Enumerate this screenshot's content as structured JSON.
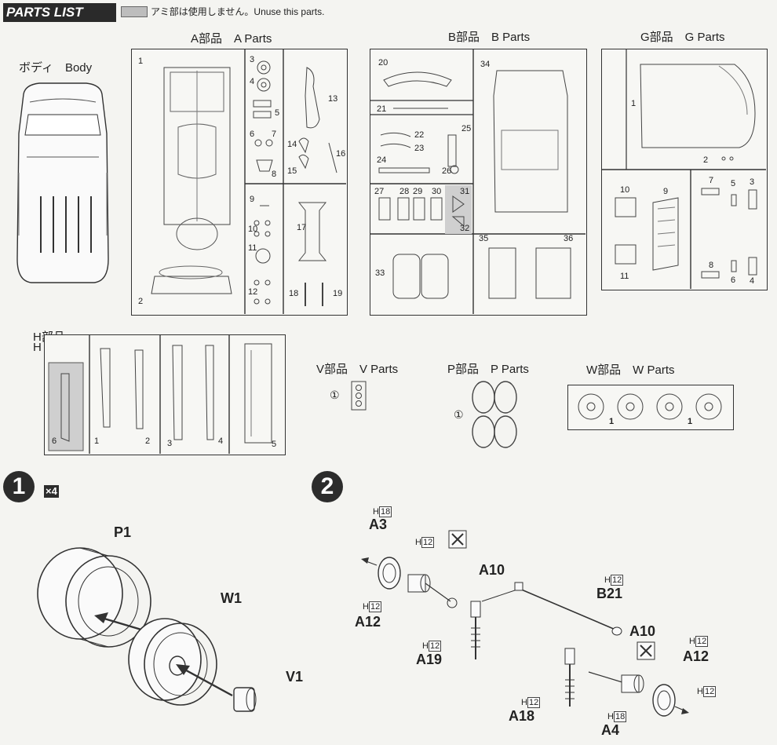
{
  "header": {
    "title": "PARTS LIST",
    "unused_note": "アミ部は使用しません。Unuse this parts."
  },
  "body_label": "ボディ　Body",
  "a_parts": {
    "title": "A部品　A Parts",
    "numbers": [
      "1",
      "2",
      "3",
      "4",
      "5",
      "6",
      "7",
      "8",
      "9",
      "10",
      "11",
      "12",
      "13",
      "14",
      "15",
      "16",
      "17",
      "18",
      "19"
    ]
  },
  "b_parts": {
    "title": "B部品　B Parts",
    "numbers": [
      "20",
      "21",
      "22",
      "23",
      "24",
      "25",
      "26",
      "27",
      "28",
      "29",
      "30",
      "31",
      "32",
      "33",
      "34",
      "35",
      "36"
    ]
  },
  "g_parts": {
    "title": "G部品　G Parts",
    "numbers": [
      "1",
      "2",
      "3",
      "4",
      "5",
      "6",
      "7",
      "8",
      "9",
      "10",
      "11"
    ]
  },
  "h_parts": {
    "title_jp": "H部品",
    "title_en": "H Parts",
    "numbers": [
      "6",
      "1",
      "2",
      "3",
      "4",
      "5"
    ]
  },
  "v_parts": {
    "title": "V部品　V Parts",
    "marker": "①"
  },
  "p_parts": {
    "title": "P部品　P Parts",
    "marker": "①"
  },
  "w_parts": {
    "title": "W部品　W Parts",
    "numbers": [
      "1",
      "1"
    ]
  },
  "step1": {
    "number": "1",
    "multiplier": "×4",
    "labels": {
      "p1": "P1",
      "w1": "W1",
      "v1": "V1"
    }
  },
  "step2": {
    "number": "2",
    "labels": {
      "a3": "A3",
      "a10_top": "A10",
      "a12_left": "A12",
      "a19": "A19",
      "b21": "B21",
      "a10_right": "A10",
      "a12_right": "A12",
      "a18": "A18",
      "a4": "A4"
    },
    "h_codes": {
      "h18_a3": "18",
      "h12_a": "12",
      "h12_a12": "12",
      "h12_a19": "12",
      "h12_b21": "12",
      "h12_a12r": "12",
      "h12_a18": "12",
      "h12_a4": "12",
      "h18_a4": "18"
    },
    "h_prefix": "H"
  }
}
